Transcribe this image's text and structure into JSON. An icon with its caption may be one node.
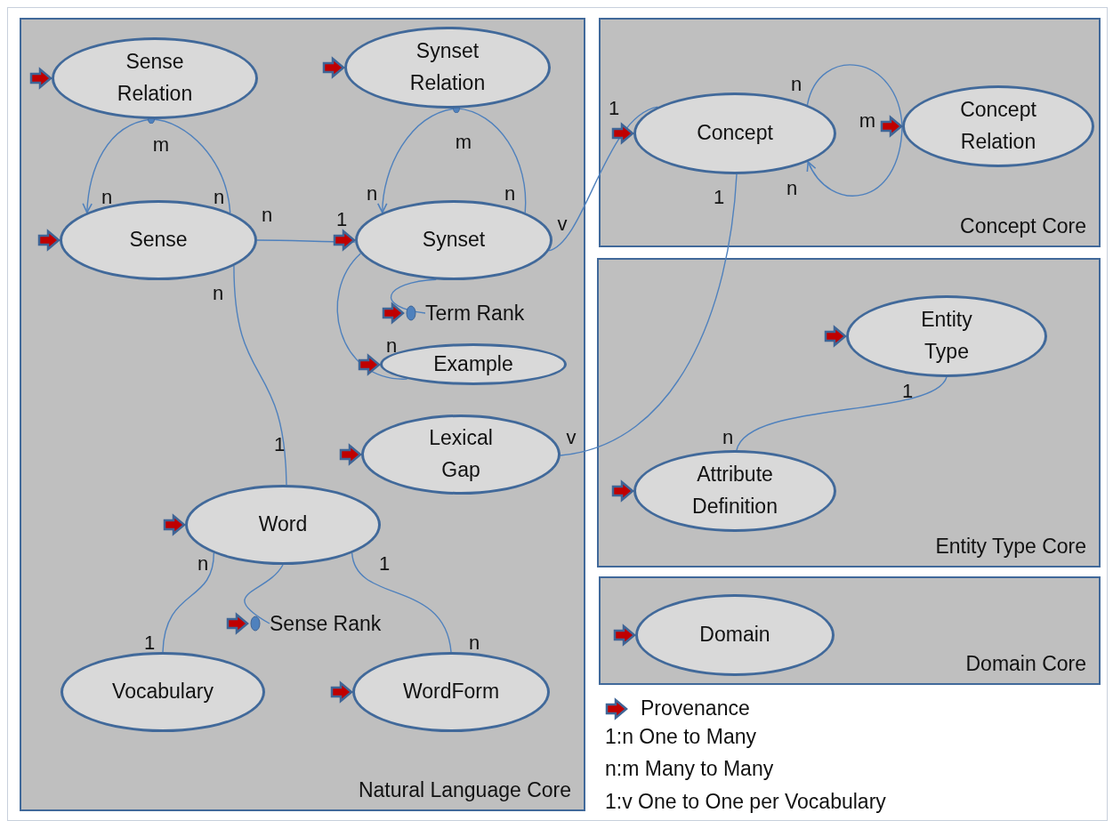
{
  "diagram": {
    "nodes": [
      {
        "text": [
          "Natural Language Core"
        ]
      },
      {
        "text": [
          "Sense Relation"
        ],
        "in": 0
      },
      {
        "text": [
          "Synset Relation"
        ],
        "in": 0
      },
      {
        "text": [
          "Sense"
        ],
        "in": 0
      },
      {
        "text": [
          "Synset"
        ],
        "in": 0
      },
      {
        "text": [
          "Term Rank"
        ],
        "in": 0
      },
      {
        "text": [
          "Example"
        ],
        "in": 0
      },
      {
        "text": [
          "Lexical Gap"
        ],
        "in": 0
      },
      {
        "text": [
          "Word"
        ],
        "in": 0
      },
      {
        "text": [
          "Sense Rank"
        ],
        "in": 0
      },
      {
        "text": [
          "Vocabulary"
        ],
        "in": 0
      },
      {
        "text": [
          "WordForm"
        ],
        "in": 0
      },
      {
        "text": [
          "Concept Core"
        ]
      },
      {
        "text": [
          "Concept"
        ],
        "in": 12
      },
      {
        "text": [
          "Concept Relation"
        ],
        "in": 12
      },
      {
        "text": [
          "Entity Type Core"
        ]
      },
      {
        "text": [
          "Entity Type"
        ],
        "in": 15
      },
      {
        "text": [
          "Attribute Definition"
        ],
        "in": 15
      },
      {
        "text": [
          "Domain Core"
        ]
      },
      {
        "text": [
          "Domain"
        ],
        "in": 18
      }
    ],
    "edges": [
      {
        "from": 1,
        "to": 3,
        "arrow": "to"
      },
      {
        "from": 3,
        "to": 1,
        "arrow": "other"
      },
      {
        "from": 2,
        "to": 4,
        "arrow": "to"
      },
      {
        "from": 4,
        "to": 2,
        "arrow": "other"
      },
      {
        "from": 3,
        "to": 4,
        "arrow": "none"
      },
      {
        "from": 4,
        "to": 5,
        "arrow": "none"
      },
      {
        "from": 4,
        "to": 6,
        "arrow": "none"
      },
      {
        "from": 4,
        "to": 13,
        "arrow": "none"
      },
      {
        "from": 3,
        "to": 8,
        "arrow": "none"
      },
      {
        "from": 7,
        "to": 13,
        "arrow": "none"
      },
      {
        "from": 13,
        "to": 14,
        "arrow": "none"
      },
      {
        "from": 14,
        "to": 13,
        "arrow": "to"
      },
      {
        "from": 16,
        "to": 17,
        "arrow": "none"
      },
      {
        "from": 8,
        "to": 10,
        "arrow": "none"
      },
      {
        "from": 8,
        "to": 9,
        "arrow": "none"
      },
      {
        "from": 8,
        "to": 11,
        "arrow": "none"
      }
    ],
    "labels": [
      "n",
      "1",
      "m",
      "m",
      "m",
      "n",
      "n",
      "n",
      "n",
      "1",
      "n",
      "n",
      "1",
      "v",
      "n",
      "n",
      "1",
      "1",
      "v",
      "n",
      "n",
      "1",
      "1",
      "n",
      "1:n One to Many",
      "n:m Many to Many",
      "1:v One to One per Vocabulary"
    ],
    "legend": [
      {
        "text": "Provenance"
      }
    ]
  }
}
